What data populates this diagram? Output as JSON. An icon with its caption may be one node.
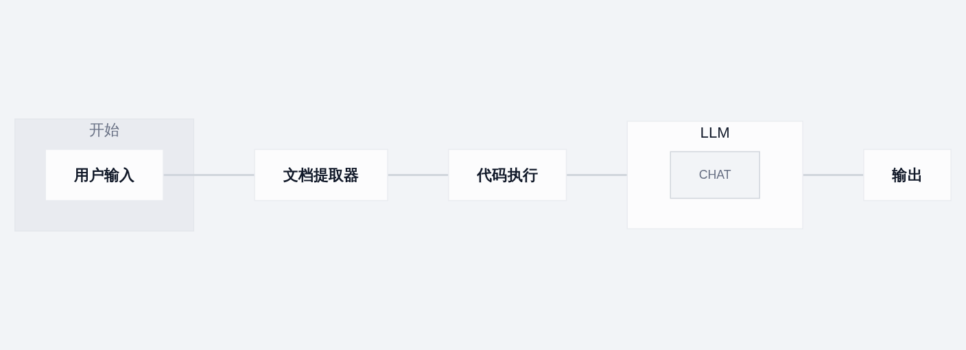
{
  "diagram": {
    "nodes": [
      {
        "text": [
          "开始"
        ]
      },
      {
        "text": [
          "用户输入"
        ],
        "in": 0
      },
      {
        "text": [
          "文档提取器"
        ]
      },
      {
        "text": [
          "代码执行"
        ]
      },
      {
        "text": [
          "LLM"
        ]
      },
      {
        "text": [
          "CHAT"
        ],
        "in": 4
      },
      {
        "text": [
          "输出"
        ]
      }
    ],
    "edges": [
      {
        "from": 1,
        "to": 2,
        "arrow": "none"
      },
      {
        "from": 2,
        "to": 3,
        "arrow": "none"
      },
      {
        "from": 3,
        "to": 4,
        "arrow": "none"
      },
      {
        "from": 4,
        "to": 6,
        "arrow": "none"
      }
    ]
  }
}
